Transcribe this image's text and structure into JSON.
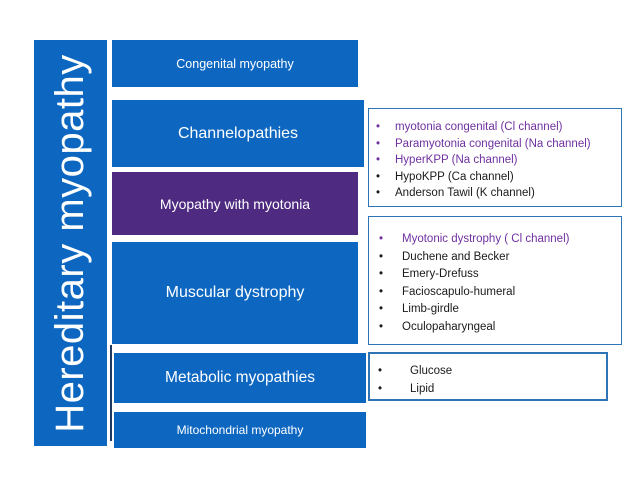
{
  "sidebar": {
    "label": "Hereditary myopathy"
  },
  "glyphs": {
    "bullet": "•"
  },
  "colors": {
    "box_blue": "#0d67c1",
    "box_purple": "#4e2b80",
    "detail_border_blue": "#2e75b6",
    "highlight_text_purple": "#7030a0",
    "body_text": "#1a1a1a",
    "label_text": "#ffffff",
    "connector_line": "#1f3864"
  },
  "categories": [
    {
      "label": "Congenital myopathy"
    },
    {
      "label": "Channelopathies"
    },
    {
      "label": "Myopathy with myotonia"
    },
    {
      "label": "Muscular dystrophy"
    },
    {
      "label": "Metabolic myopathies"
    },
    {
      "label": "Mitochondrial myopathy"
    }
  ],
  "detail_boxes": [
    {
      "for": "Channelopathies",
      "items": [
        {
          "text": "myotonia congenital (Cl channel)",
          "color": "purple"
        },
        {
          "text": "Paramyotonia congenital (Na channel)",
          "color": "purple"
        },
        {
          "text": "HyperKPP (Na channel)",
          "color": "purple"
        },
        {
          "text": "HypoKPP (Ca channel)",
          "color": "black"
        },
        {
          "text": "Anderson Tawil (K channel)",
          "color": "black"
        }
      ]
    },
    {
      "for": "Muscular dystrophy",
      "items": [
        {
          "text": "Myotonic dystrophy ( Cl channel)",
          "color": "purple"
        },
        {
          "text": "Duchene and Becker",
          "color": "black"
        },
        {
          "text": "Emery-Drefuss",
          "color": "black"
        },
        {
          "text": "Facioscapulo-humeral",
          "color": "black"
        },
        {
          "text": "Limb-girdle",
          "color": "black"
        },
        {
          "text": "Oculopaharyngeal",
          "color": "black"
        }
      ]
    },
    {
      "for": "Metabolic myopathies",
      "items": [
        {
          "text": "Glucose",
          "color": "black"
        },
        {
          "text": "Lipid",
          "color": "black"
        }
      ]
    }
  ]
}
